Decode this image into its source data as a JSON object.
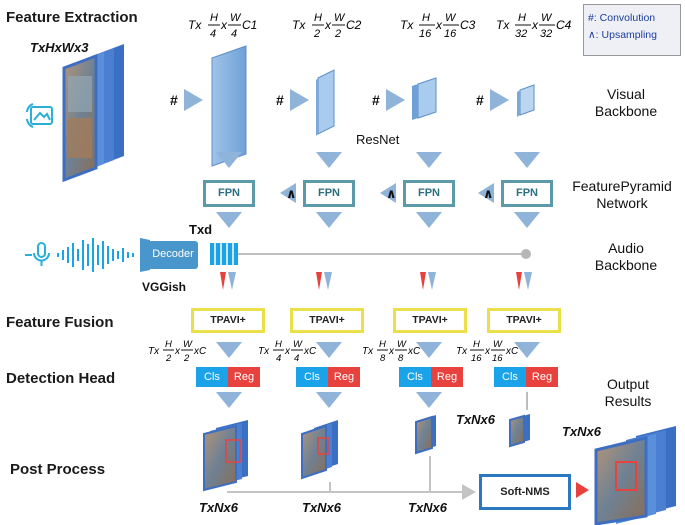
{
  "stages": {
    "feature_extraction": "Feature Extraction",
    "feature_fusion": "Feature Fusion",
    "detection_head": "Detection Head",
    "post_process": "Post Process"
  },
  "right_labels": {
    "visual_backbone": "Visual\nBackbone",
    "feature_pyramid": "FeaturePyramid\nNetwork",
    "audio_backbone": "Audio\nBackbone",
    "output_results": "Output\nResults"
  },
  "input_shape": "TxHxWx3",
  "legend": {
    "convolution": "#: Convolution",
    "upsampling": "∧: Upsampling"
  },
  "resnet_label": "ResNet",
  "conv_symbol": "#",
  "upsample_symbol": "∧",
  "backbone_shapes": [
    {
      "prefix": "Tx",
      "num1": "H",
      "den1": "4",
      "num2": "W",
      "den2": "4",
      "suffix": "C1"
    },
    {
      "prefix": "Tx",
      "num1": "H",
      "den1": "2",
      "num2": "W",
      "den2": "2",
      "suffix": "C2"
    },
    {
      "prefix": "Tx",
      "num1": "H",
      "den1": "16",
      "num2": "W",
      "den2": "16",
      "suffix": "C3"
    },
    {
      "prefix": "Tx",
      "num1": "H",
      "den1": "32",
      "num2": "W",
      "den2": "32",
      "suffix": "C4"
    }
  ],
  "fpn_label": "FPN",
  "audio": {
    "decoder": "Decoder",
    "vggish": "VGGish",
    "txd": "Txd"
  },
  "tpavi_label": "TPAVI+",
  "fusion_shapes": [
    {
      "prefix": "Tx",
      "num1": "H",
      "den1": "2",
      "num2": "W",
      "den2": "2",
      "suffix": "xC"
    },
    {
      "prefix": "Tx",
      "num1": "H",
      "den1": "4",
      "num2": "W",
      "den2": "4",
      "suffix": "xC"
    },
    {
      "prefix": "Tx",
      "num1": "H",
      "den1": "8",
      "num2": "W",
      "den2": "8",
      "suffix": "xC"
    },
    {
      "prefix": "Tx",
      "num1": "H",
      "den1": "16",
      "num2": "W",
      "den2": "16",
      "suffix": "xC"
    }
  ],
  "head": {
    "cls": "Cls",
    "reg": "Reg"
  },
  "txnx6": "TxNx6",
  "soft_nms": "Soft-NMS",
  "colors": {
    "arrow": "#8fb3d9",
    "fpn_border": "#5b9aa8",
    "tpavi_border": "#ece04a",
    "cls": "#1aa3e8",
    "reg": "#e8423e",
    "nms_border": "#2a78c2",
    "audio": "#1aa3e8"
  }
}
